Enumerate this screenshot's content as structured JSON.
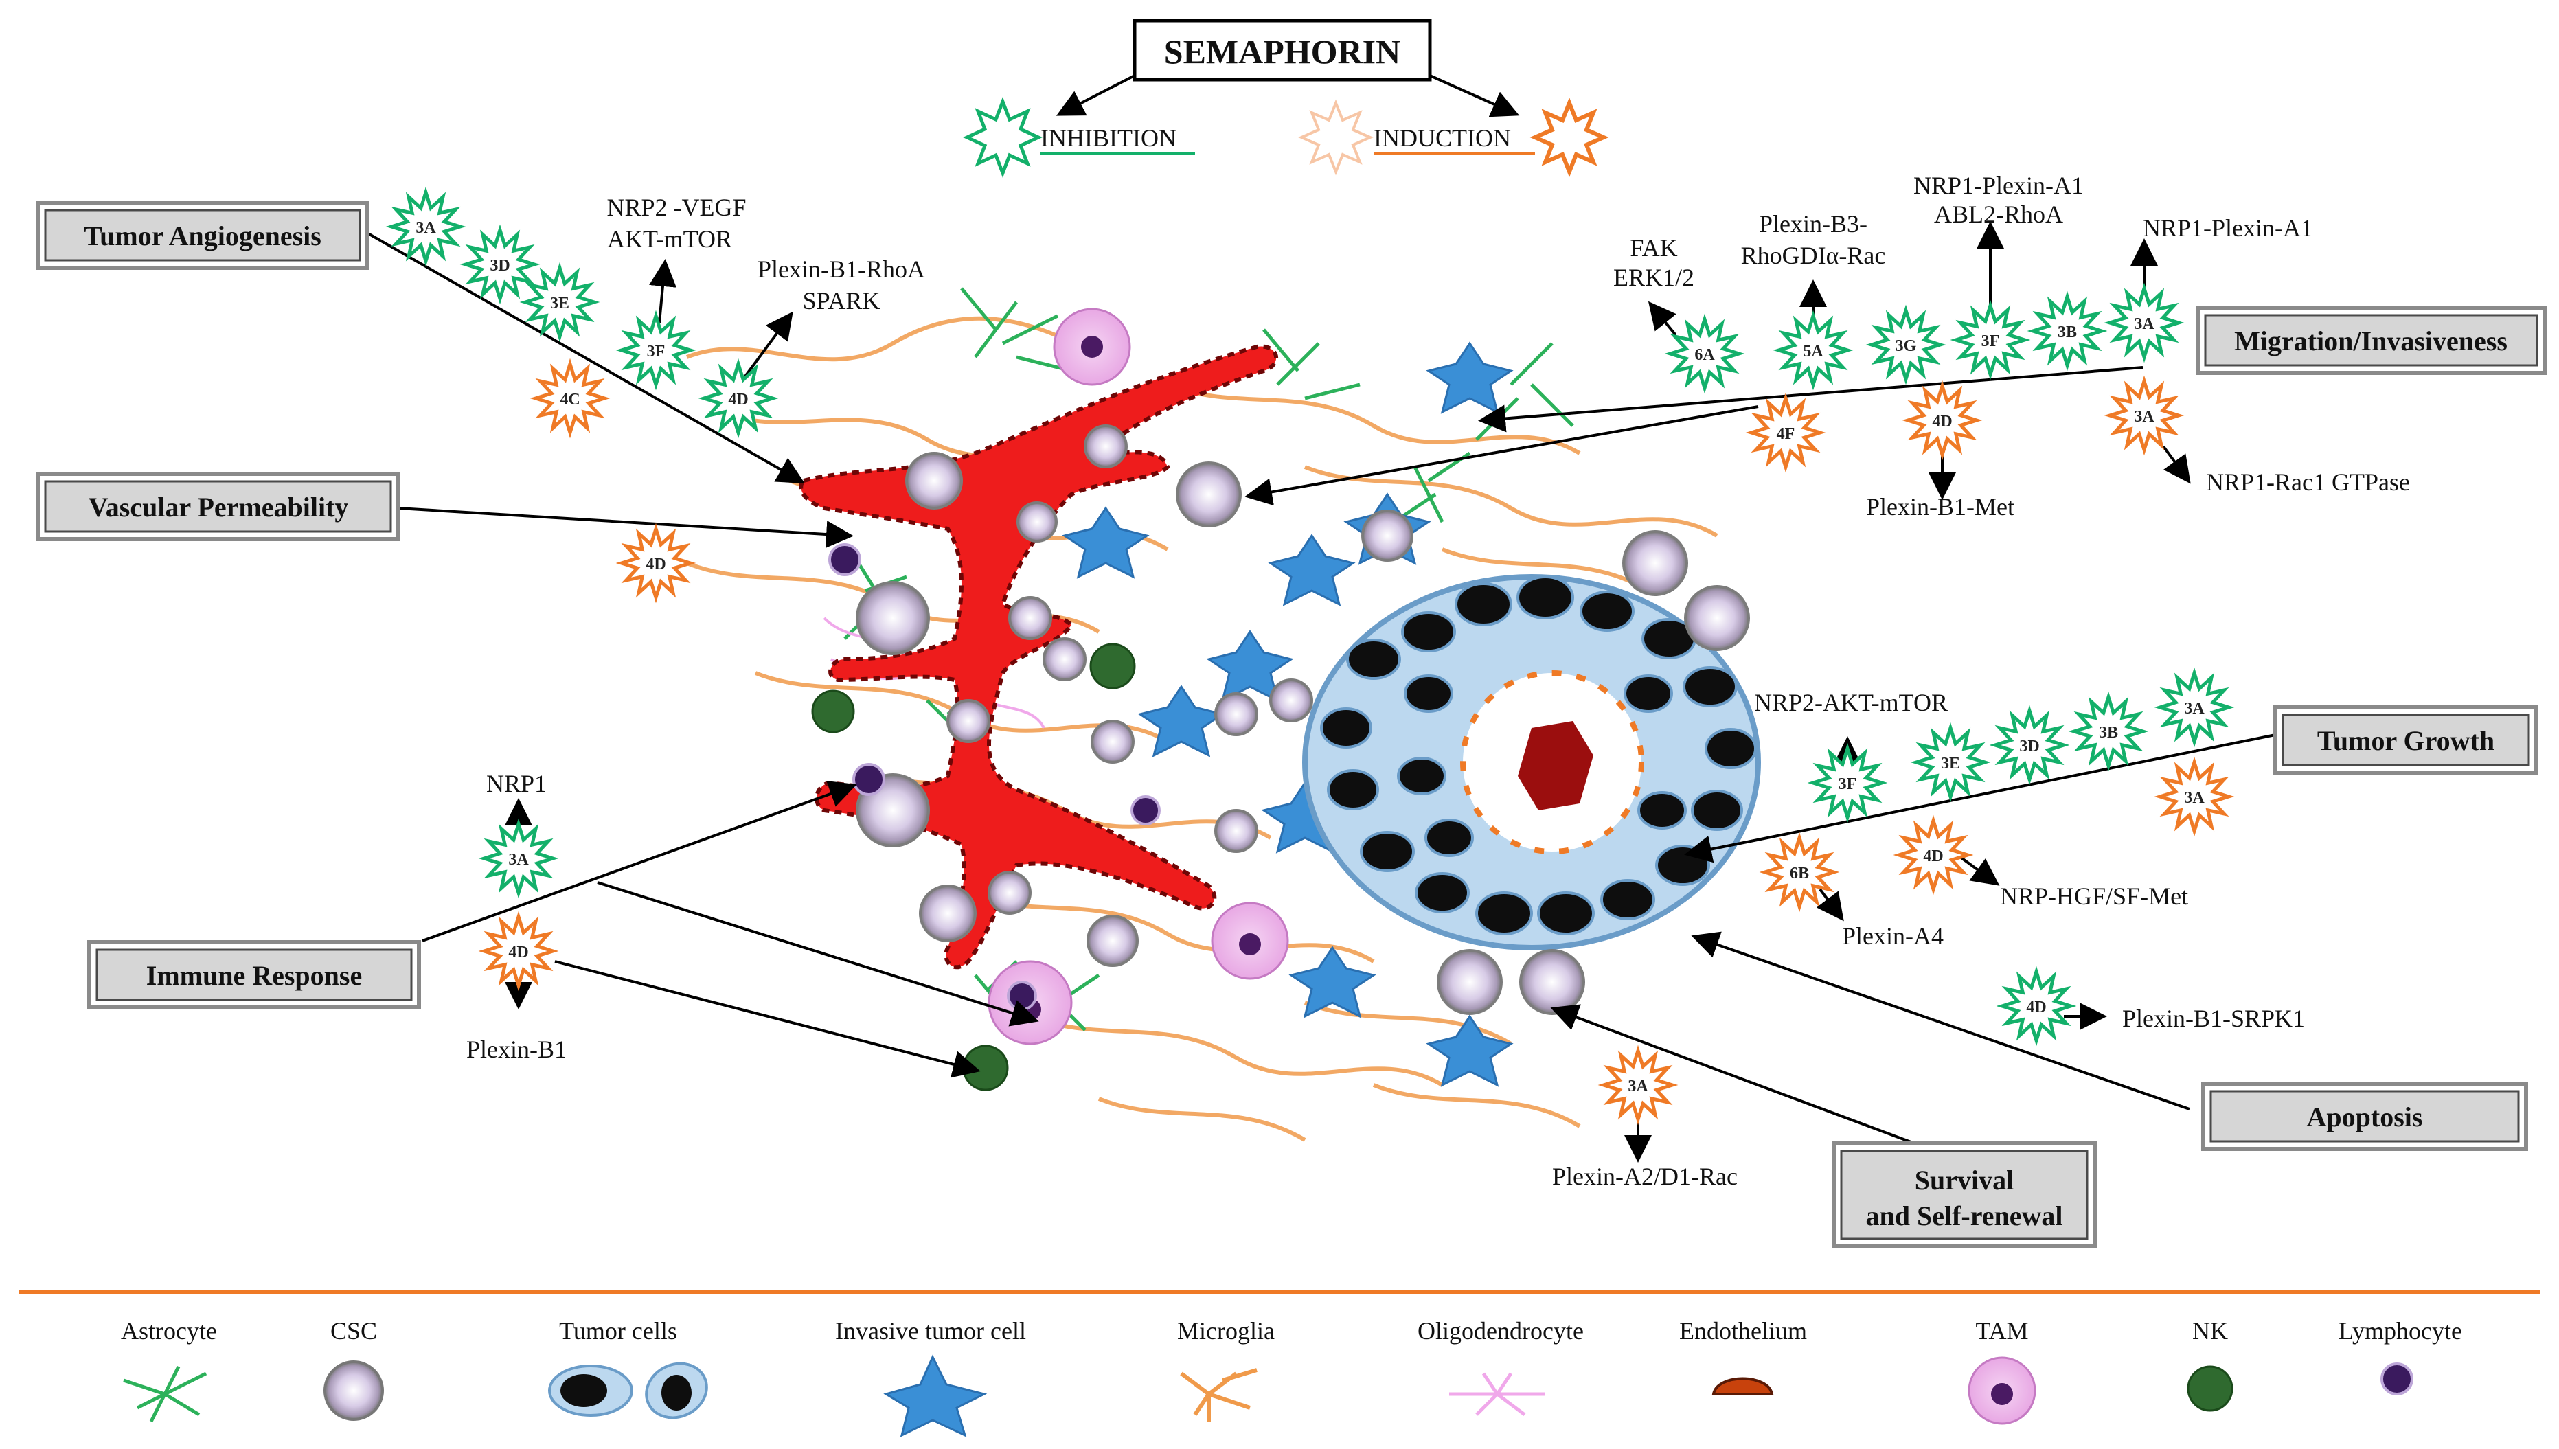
{
  "header": {
    "title": "SEMAPHORIN",
    "inhibition_label": "INHIBITION",
    "induction_label": "INDUCTION",
    "colors": {
      "inhibition": "#13b06a",
      "induction": "#ef7a26",
      "vessel": "#ee1c1c",
      "divider": "#ef7a26"
    }
  },
  "process_boxes": {
    "tumor_angiogenesis": "Tumor Angiogenesis",
    "vascular_permeability": "Vascular Permeability",
    "immune_response": "Immune Response",
    "migration_invasiveness": "Migration/Invasiveness",
    "tumor_growth": "Tumor Growth",
    "apoptosis": "Apoptosis",
    "survival_line1": "Survival",
    "survival_line2": "and Self-renewal"
  },
  "stars": {
    "ang_3a": "3A",
    "ang_3d": "3D",
    "ang_3e": "3E",
    "ang_3f": "3F",
    "ang_4d": "4D",
    "ang_4c": "4C",
    "perm_4d": "4D",
    "imm_3a": "3A",
    "imm_4d": "4D",
    "mig_6a": "6A",
    "mig_5a": "5A",
    "mig_3g": "3G",
    "mig_3f": "3F",
    "mig_3b": "3B",
    "mig_3a": "3A",
    "mig_4f": "4F",
    "mig_4d": "4D",
    "mig_3a_ind": "3A",
    "gr_3f": "3F",
    "gr_3e": "3E",
    "gr_3d": "3D",
    "gr_3b": "3B",
    "gr_3a": "3A",
    "gr_3a_ind": "3A",
    "gr_4d": "4D",
    "gr_6b": "6B",
    "apo_4d": "4D",
    "surv_3a": "3A"
  },
  "pathways": {
    "nrp2_vegf": "NRP2 -VEGF",
    "akt_mtor": "AKT-mTOR",
    "plexin_b1_rhoa": "Plexin-B1-RhoA",
    "spark": "SPARK",
    "fak": "FAK",
    "erk": "ERK1/2",
    "plexin_b3": "Plexin-B3-",
    "rhogdi": "RhoGDIα-Rac",
    "nrp1_plexin_a1_abl2_l1": "NRP1-Plexin-A1",
    "abl2_rhoa": "ABL2-RhoA",
    "nrp1_plexin_a1": "NRP1-Plexin-A1",
    "nrp1_rac1": "NRP1-Rac1 GTPase",
    "plexin_b1_met": "Plexin-B1-Met",
    "nrp2_akt_mtor": "NRP2-AKT-mTOR",
    "nrp_hgf": "NRP-HGF/SF-Met",
    "plexin_a4": "Plexin-A4",
    "plexin_b1_srpk1": "Plexin-B1-SRPK1",
    "plexin_a2_d1": "Plexin-A2/D1-Rac",
    "nrp1": "NRP1",
    "plexin_b1": "Plexin-B1"
  },
  "legend": [
    {
      "key": "astrocyte",
      "label": "Astrocyte"
    },
    {
      "key": "csc",
      "label": "CSC"
    },
    {
      "key": "tumor_cells",
      "label": "Tumor cells"
    },
    {
      "key": "invasive",
      "label": "Invasive tumor cell"
    },
    {
      "key": "microglia",
      "label": "Microglia"
    },
    {
      "key": "oligo",
      "label": "Oligodendrocyte"
    },
    {
      "key": "endothelium",
      "label": "Endothelium"
    },
    {
      "key": "tam",
      "label": "TAM"
    },
    {
      "key": "nk",
      "label": "NK"
    },
    {
      "key": "lymphocyte",
      "label": "Lymphocyte"
    }
  ]
}
